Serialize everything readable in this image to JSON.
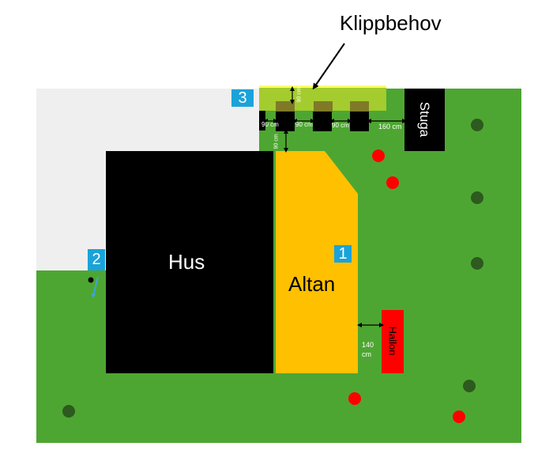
{
  "annotation": {
    "title": "Klippbehov"
  },
  "areas": {
    "house": "Hus",
    "deck": "Altan",
    "cabin": "Stuga",
    "raspberry": "Hallon"
  },
  "markers": [
    "1",
    "2",
    "3"
  ],
  "measurements": {
    "hedge_depth": "90 cm",
    "gap_1": "90 cm",
    "gap_2": "90 cm",
    "gap_3": "90 cm",
    "gap_to_cabin": "160 cm",
    "gap_to_house": "90 cm",
    "gap_to_raspberry_1": "140",
    "gap_to_raspberry_2": "cm"
  },
  "colors": {
    "lawn": "#4ea632",
    "paving": "#efefef",
    "house": "#000000",
    "deck": "#ffc000",
    "hedge": "#a4cc2e",
    "shrub": "#7f7a28",
    "raspberry": "#ff0000",
    "tree": "#2d5a1e",
    "badge": "#1aa3d9"
  }
}
